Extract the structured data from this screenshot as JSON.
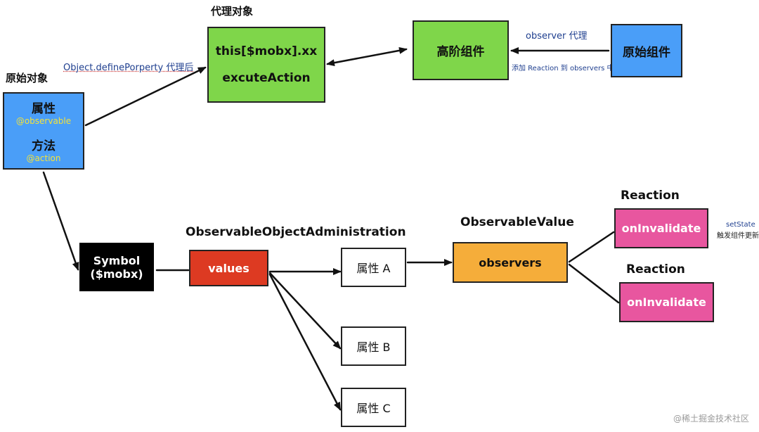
{
  "labels": {
    "original_object": "原始对象",
    "proxy_object": "代理对象",
    "define_property_note": "Object.definePorperty 代理后",
    "observer_proxy_note": "observer 代理",
    "add_reaction_note": "添加 Reaction 到 observers 中",
    "observable_object_admin": "ObservableObjectAdministration",
    "observable_value": "ObservableValue",
    "reaction_1": "Reaction",
    "reaction_2": "Reaction",
    "set_state_note_line1": "setState",
    "set_state_note_line2": "触发组件更新",
    "watermark": "@稀土掘金技术社区"
  },
  "nodes": {
    "original_object": {
      "attr": "属性",
      "attr_decorator": "@observable",
      "method": "方法",
      "method_decorator": "@action"
    },
    "proxy_object": {
      "line1": "this[$mobx].xx",
      "line2": "excuteAction"
    },
    "hoc": "高阶组件",
    "original_component": "原始组件",
    "symbol": {
      "line1": "Symbol",
      "line2": "($mobx)"
    },
    "values": "values",
    "attr_a": "属性 A",
    "attr_b": "属性 B",
    "attr_c": "属性 C",
    "observers": "observers",
    "on_invalidate_1": "onInvalidate",
    "on_invalidate_2": "onInvalidate"
  },
  "colors": {
    "blue": "#4a9ef8",
    "green": "#7fd64a",
    "black": "#000000",
    "red": "#dd3a22",
    "orange": "#f5ad3a",
    "pink": "#e8569f",
    "white": "#ffffff",
    "note_blue": "#1f3f8f",
    "decorator_yellow": "#f4e23a"
  }
}
